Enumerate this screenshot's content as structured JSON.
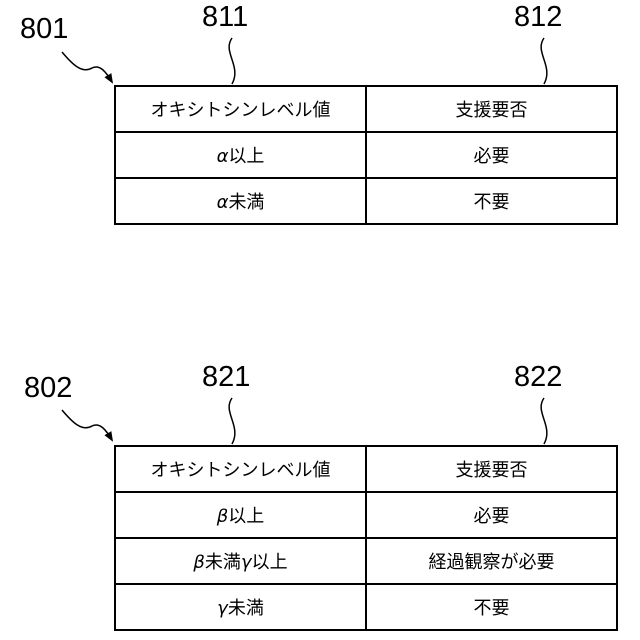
{
  "diagrams": [
    {
      "ref": "801",
      "col_refs": [
        "811",
        "812"
      ],
      "header": [
        "オキシトシンレベル値",
        "支援要否"
      ],
      "rows": [
        {
          "greek1": "α",
          "level": "以上",
          "support": "必要"
        },
        {
          "greek1": "α",
          "level": "未満",
          "support": "不要"
        }
      ]
    },
    {
      "ref": "802",
      "col_refs": [
        "821",
        "822"
      ],
      "header": [
        "オキシトシンレベル値",
        "支援要否"
      ],
      "rows": [
        {
          "greek1": "β",
          "level": "以上",
          "support": "必要"
        },
        {
          "greek1": "β",
          "level": "未満",
          "greek2": "γ",
          "level2": "以上",
          "support": "経過観察が必要"
        },
        {
          "greek1": "γ",
          "level": "未満",
          "support": "不要"
        }
      ]
    }
  ]
}
